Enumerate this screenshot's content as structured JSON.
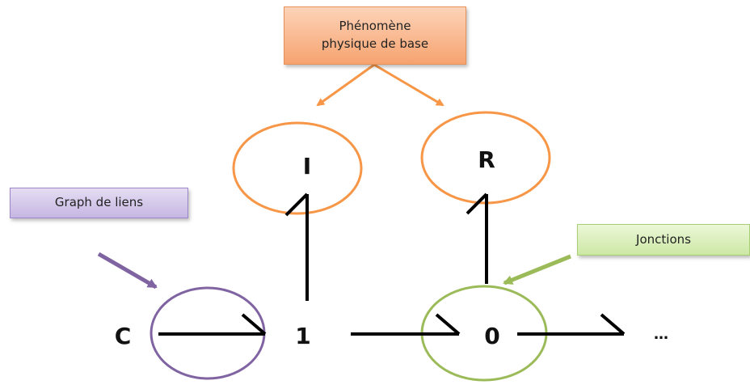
{
  "callouts": {
    "phenomene": "Phénomène\nphysique de base",
    "graph": "Graph de liens",
    "jonctions": "Jonctions"
  },
  "elements": {
    "c": "C",
    "one": "1",
    "zero": "0",
    "i": "I",
    "r": "R",
    "ellipsis": "…"
  },
  "colors": {
    "orange": "#f79646",
    "purple": "#8064a2",
    "green": "#9bbb59",
    "bond": "#000000"
  }
}
